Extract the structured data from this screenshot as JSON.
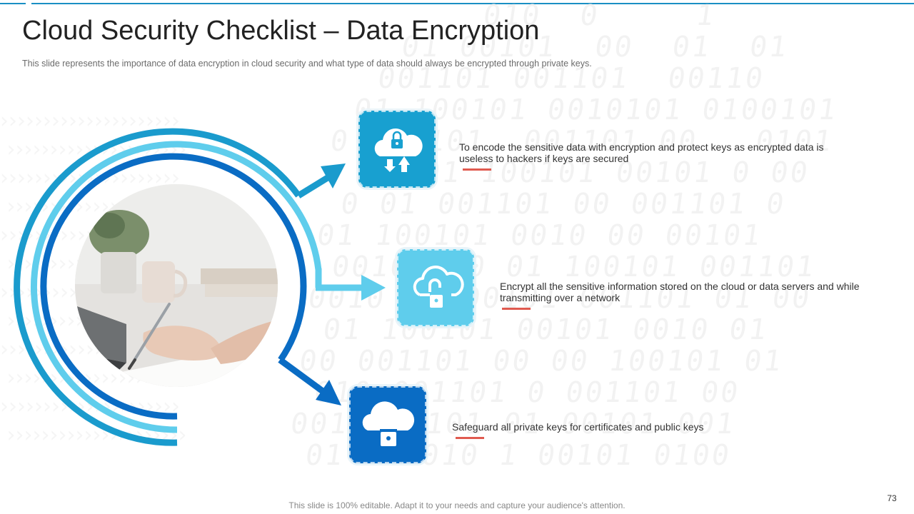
{
  "slide": {
    "title": "Cloud Security Checklist – Data Encryption",
    "subtitle": "This slide represents the importance of data encryption in cloud security and what type of data should always be encrypted through private  keys.",
    "footer": "This slide is 100% editable. Adapt it to your needs and capture your audience's attention.",
    "page_number": "73"
  },
  "items": [
    {
      "icon": "cloud-lock-transfer-icon",
      "text": "To encode the sensitive data with encryption and protect keys as encrypted data is useless to hackers if keys are secured",
      "color": "#18a0d0"
    },
    {
      "icon": "cloud-unlock-icon",
      "text": "Encrypt all the sensitive information stored on the cloud or data servers and while transmitting over a network",
      "color": "#5fcdec"
    },
    {
      "icon": "cloud-lock-icon",
      "text": "Safeguard all private keys for certificates and public keys",
      "color": "#0a6cc4"
    }
  ],
  "colors": {
    "accent": "#e05a4f",
    "ring_outer": "#1a9bcd",
    "ring_middle": "#5fcdec",
    "ring_inner": "#0a6cc4"
  }
}
